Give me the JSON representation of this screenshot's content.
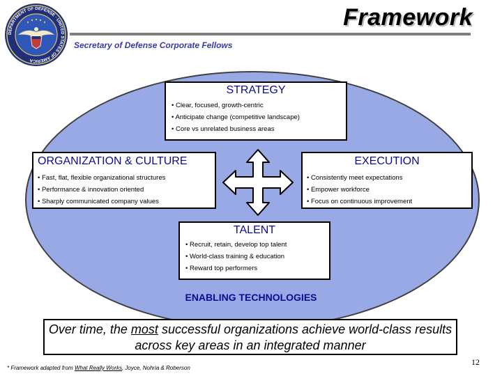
{
  "header": {
    "title": "Framework",
    "subtitle": "Secretary of Defense Corporate Fellows",
    "seal_text": "DEPARTMENT OF DEFENSE · UNITED STATES OF AMERICA"
  },
  "boxes": {
    "strategy": {
      "heading": "STRATEGY",
      "items": [
        "• Clear, focused, growth-centric",
        "• Anticipate change (competitive landscape)",
        "• Core vs unrelated business areas"
      ]
    },
    "organization": {
      "heading": "ORGANIZATION & CULTURE",
      "items": [
        "• Fast, flat, flexible organizational structures",
        "• Performance & innovation oriented",
        "• Sharply communicated company values"
      ]
    },
    "execution": {
      "heading": "EXECUTION",
      "items": [
        "• Consistently meet expectations",
        "• Empower workforce",
        "• Focus on continuous improvement"
      ]
    },
    "talent": {
      "heading": "TALENT",
      "items": [
        "• Recruit, retain, develop top talent",
        "• World-class training & education",
        "• Reward top performers"
      ]
    }
  },
  "enabling": "ENABLING TECHNOLOGIES",
  "conclusion": {
    "before": "Over time, the ",
    "emphasis": "most",
    "after": " successful organizations achieve world-class results across key areas in an integrated manner"
  },
  "footnote": {
    "prefix": "* Framework adapted from ",
    "book": "What Really Works",
    "suffix": ", Joyce, Nohria & Roberson"
  },
  "page_number": "12",
  "colors": {
    "ellipse": "#99a9e6",
    "heading": "#0b0b90",
    "subtitle": "#3a3aa0"
  }
}
